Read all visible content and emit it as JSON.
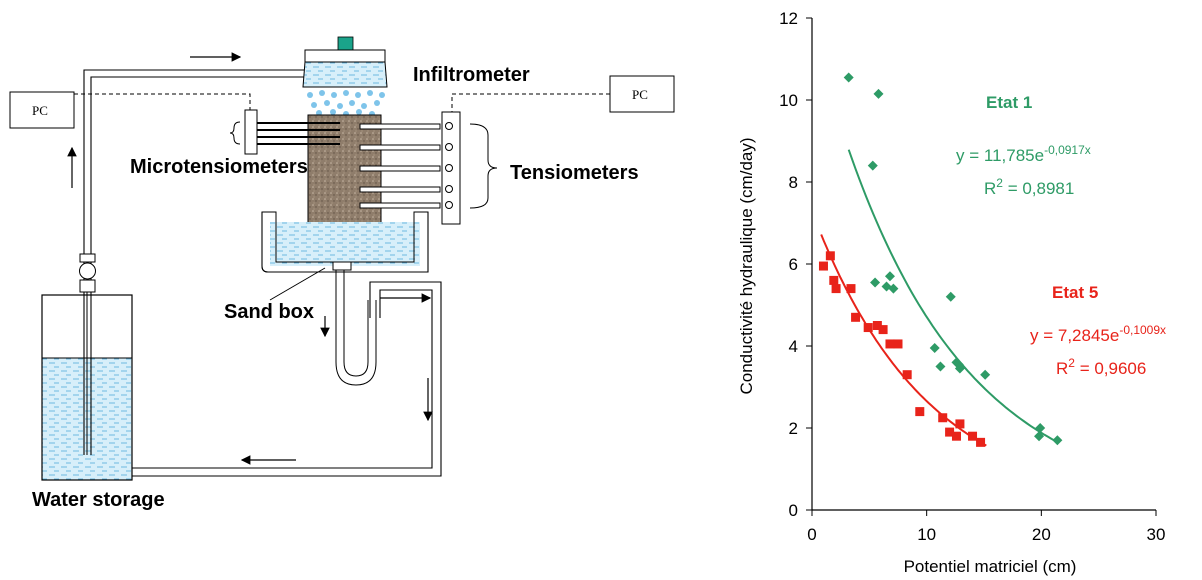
{
  "diagram": {
    "labels": {
      "infiltrometer": "Infiltrometer",
      "microtensiometers": "Microtensiometers",
      "tensiometers": "Tensiometers",
      "sand_box": "Sand box",
      "water_storage": "Water storage",
      "pc_left": "PC",
      "pc_right": "PC"
    },
    "colors": {
      "water": "#bfe3f5",
      "water_dash": "#6cb8e0",
      "soil": "#8f7d6b",
      "valve_top": "#1aa38a",
      "drops": "#7ec4ea"
    }
  },
  "chart_data": {
    "type": "scatter",
    "xlabel": "Potentiel matriciel  (cm)",
    "ylabel": "Conductivité hydraulique   (cm/day)",
    "xlim": [
      0,
      30
    ],
    "ylim": [
      0,
      12
    ],
    "xticks": [
      "0",
      "10",
      "20",
      "30"
    ],
    "yticks": [
      "0",
      "2",
      "4",
      "6",
      "8",
      "10",
      "12"
    ],
    "series": [
      {
        "name": "Etat 1",
        "color": "#2e9b66",
        "marker": "diamond",
        "points": [
          [
            3.2,
            10.55
          ],
          [
            5.8,
            10.15
          ],
          [
            5.3,
            8.4
          ],
          [
            5.5,
            5.55
          ],
          [
            6.8,
            5.7
          ],
          [
            6.5,
            5.45
          ],
          [
            7.1,
            5.4
          ],
          [
            10.7,
            3.95
          ],
          [
            11.2,
            3.5
          ],
          [
            12.1,
            5.2
          ],
          [
            12.6,
            3.6
          ],
          [
            12.9,
            3.45
          ],
          [
            12.8,
            3.55
          ],
          [
            15.1,
            3.3
          ],
          [
            19.9,
            2.0
          ],
          [
            19.8,
            1.8
          ],
          [
            21.4,
            1.7
          ]
        ],
        "fit": {
          "a": 11.785,
          "b": -0.0917,
          "x_range": [
            3.2,
            21.5
          ]
        },
        "equation_main": "y = 11,785e",
        "equation_exp": "-0,0917x",
        "r2_main": "R",
        "r2_sup": "2",
        "r2_value": " = 0,8981"
      },
      {
        "name": "Etat 5",
        "color": "#e8231a",
        "marker": "square",
        "points": [
          [
            1.0,
            5.95
          ],
          [
            1.6,
            6.2
          ],
          [
            1.9,
            5.6
          ],
          [
            2.1,
            5.4
          ],
          [
            3.4,
            5.4
          ],
          [
            3.8,
            4.7
          ],
          [
            4.9,
            4.45
          ],
          [
            5.7,
            4.5
          ],
          [
            6.2,
            4.4
          ],
          [
            6.8,
            4.05
          ],
          [
            7.5,
            4.05
          ],
          [
            8.3,
            3.3
          ],
          [
            9.4,
            2.4
          ],
          [
            11.4,
            2.25
          ],
          [
            12.0,
            1.9
          ],
          [
            12.6,
            1.8
          ],
          [
            12.9,
            2.1
          ],
          [
            14.0,
            1.8
          ],
          [
            14.7,
            1.65
          ]
        ],
        "fit": {
          "a": 7.2845,
          "b": -0.1009,
          "x_range": [
            0.8,
            15.2
          ]
        },
        "equation_main": "y = 7,2845e",
        "equation_exp": "-0,1009x",
        "r2_main": "R",
        "r2_sup": "2",
        "r2_value": " = 0,9606"
      }
    ]
  }
}
